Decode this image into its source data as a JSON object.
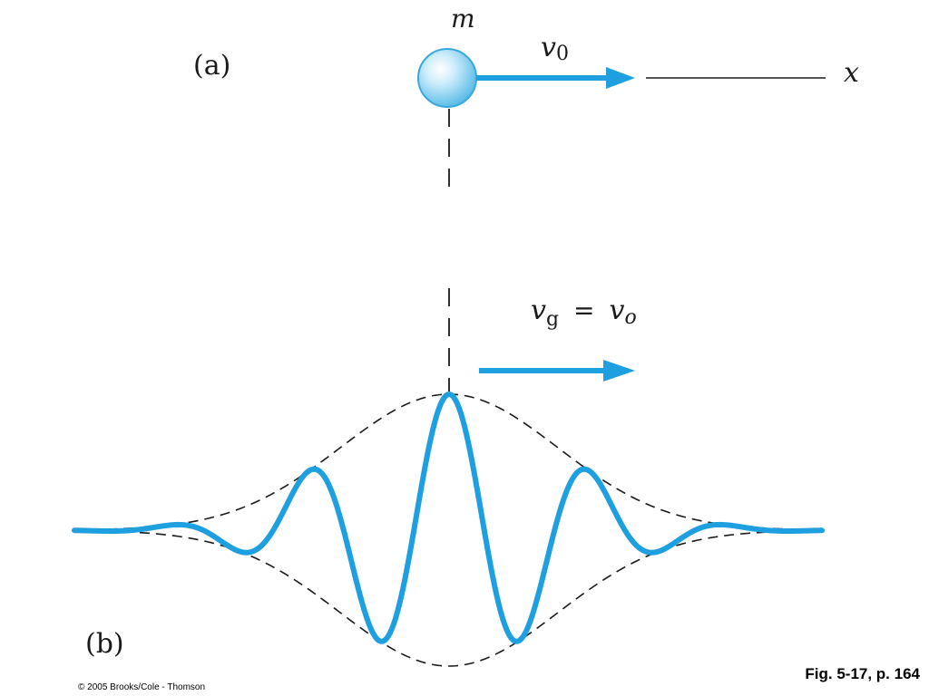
{
  "labels": {
    "panel_a": "(a)",
    "panel_b": "(b)",
    "mass": "m",
    "v0_main": "v",
    "v0_sub": "0",
    "x_axis": "x",
    "vg_main": "v",
    "vg_sub": "g",
    "equals": "=",
    "vo_main": "v",
    "vo_sub": "o"
  },
  "caption": "Fig. 5-17, p. 164",
  "copyright": "© 2005 Brooks/Cole - Thomson",
  "colors": {
    "accent": "#1e9fe0",
    "ink": "#1a1a1a",
    "sphere_light": "#e8f6fd",
    "sphere_dark": "#5ec0ea"
  }
}
